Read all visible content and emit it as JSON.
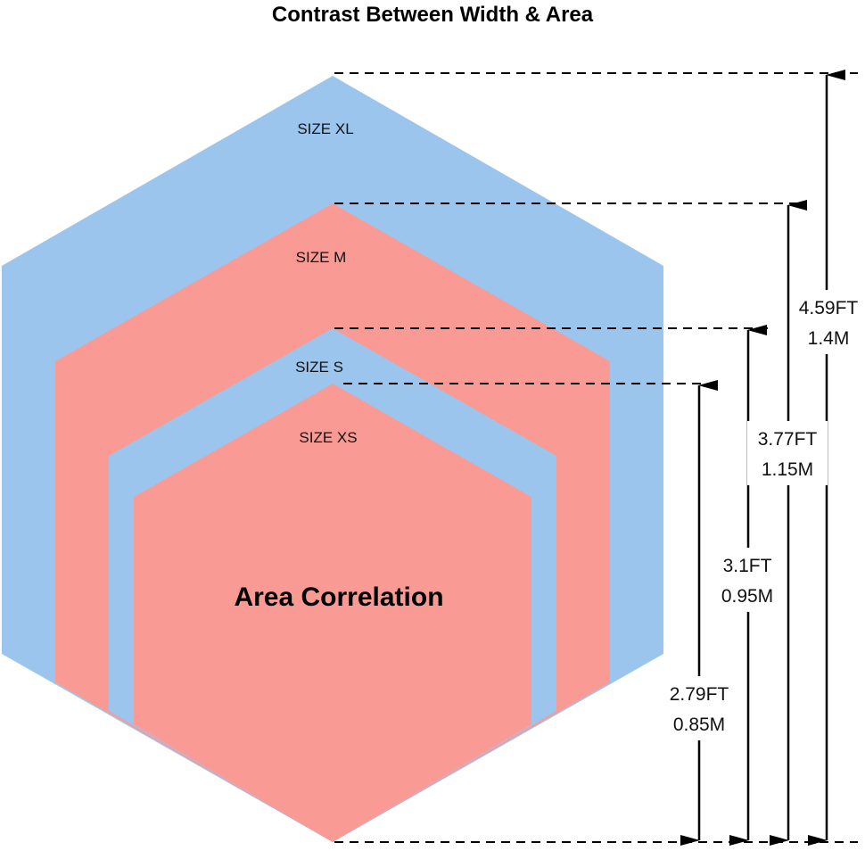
{
  "title": "Contrast Between Width & Area",
  "center_label": "Area Correlation",
  "colors": {
    "blue": "#9cc5ee",
    "red": "#f99b94"
  },
  "hexagons": [
    {
      "label": "SIZE XL",
      "color": "blue",
      "height_ft": "4.59FT",
      "height_m": "1.4M"
    },
    {
      "label": "SIZE M",
      "color": "red",
      "height_ft": "3.77FT",
      "height_m": "1.15M"
    },
    {
      "label": "SIZE S",
      "color": "blue",
      "height_ft": "3.1FT",
      "height_m": "0.95M"
    },
    {
      "label": "SIZE XS",
      "color": "red",
      "height_ft": "2.79FT",
      "height_m": "0.85M"
    }
  ]
}
